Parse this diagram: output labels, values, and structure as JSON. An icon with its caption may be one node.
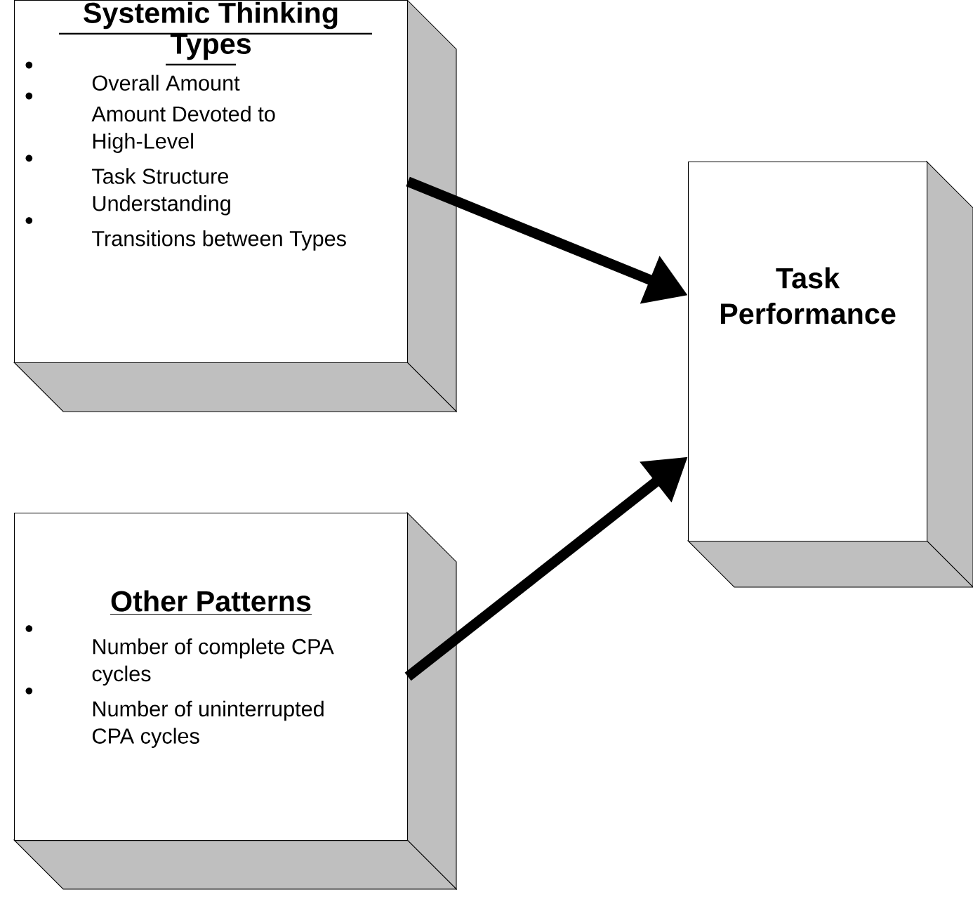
{
  "diagram": {
    "nodes": [
      {
        "text": [
          "Systemic Thinking Types",
          "Overall Amount",
          "Amount Devoted to High-Level",
          "Task Structure Understanding",
          "Transitions between Types"
        ]
      },
      {
        "text": [
          "Other Patterns",
          "Number of complete CPA cycles",
          "Number of uninterrupted CPA cycles"
        ]
      },
      {
        "text": [
          "Task Performance"
        ]
      }
    ],
    "edges": [
      {
        "from": 0,
        "to": 2,
        "arrow": "to"
      },
      {
        "from": 1,
        "to": 2,
        "arrow": "to"
      }
    ]
  }
}
